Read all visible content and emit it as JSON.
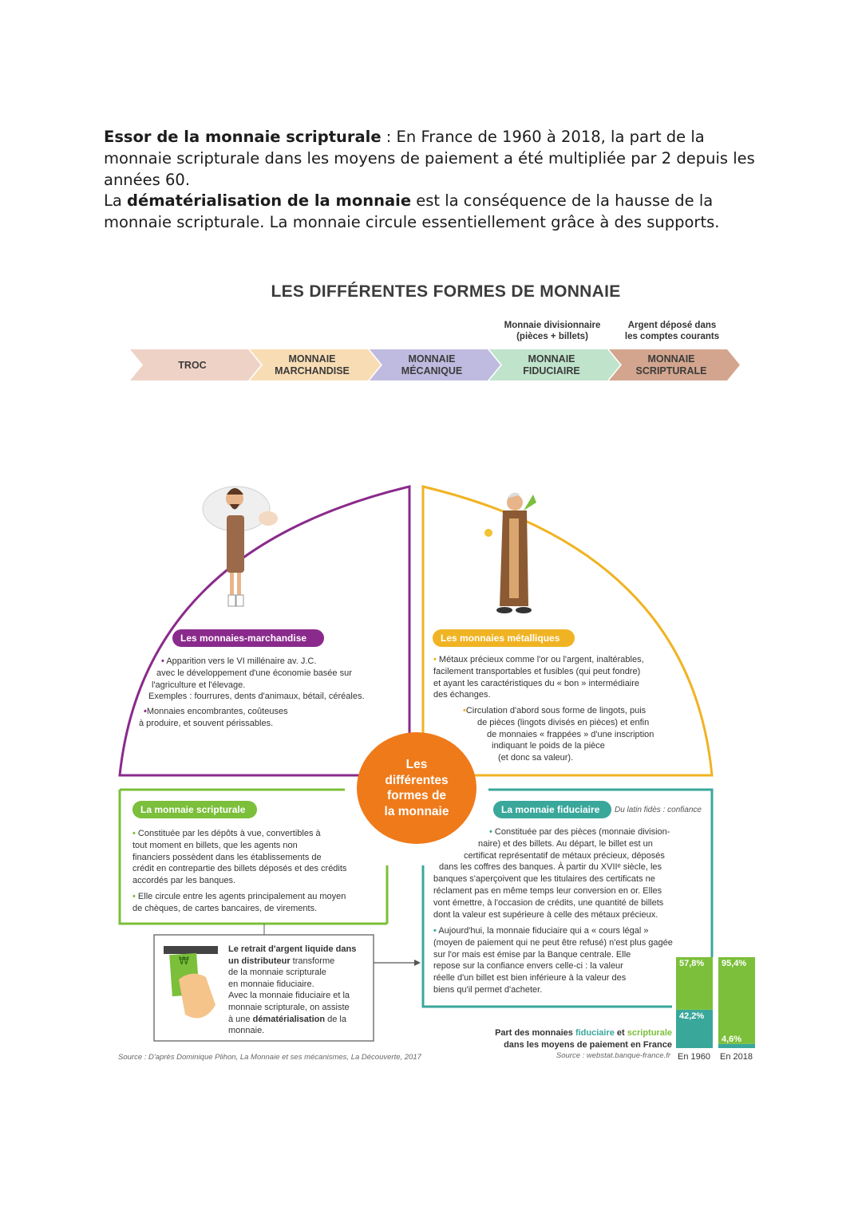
{
  "intro": {
    "p1_bold": "Essor de la monnaie scripturale",
    "p1_text": " : En France de 1960 à 2018, la part de la monnaie scripturale dans les moyens de paiement a été multipliée par 2 depuis les années 60.",
    "p2_pre": "La ",
    "p2_bold": "dématérialisation de la monnaie",
    "p2_text": " est la conséquence de la hausse de la monnaie scripturale. La monnaie circule essentiellement grâce à des supports."
  },
  "timeline": {
    "title": "LES DIFFÉRENTES FORMES DE MONNAIE",
    "above_fiduciaire": [
      "Monnaie divisionnaire",
      "(pièces + billets)"
    ],
    "above_scripturale": [
      "Argent déposé dans",
      "les comptes courants"
    ],
    "steps": [
      {
        "lines": [
          "TROC"
        ],
        "color": "#efd2c6"
      },
      {
        "lines": [
          "MONNAIE",
          "MARCHANDISE"
        ],
        "color": "#f8ddb4"
      },
      {
        "lines": [
          "MONNAIE",
          "MÉCANIQUE"
        ],
        "color": "#bfbadf"
      },
      {
        "lines": [
          "MONNAIE",
          "FIDUCIAIRE"
        ],
        "color": "#bfe3cb"
      },
      {
        "lines": [
          "MONNAIE",
          "SCRIPTURALE"
        ],
        "color": "#d3a58e"
      }
    ]
  },
  "diagram": {
    "center_label": [
      "Les",
      "différentes",
      "formes de",
      "la monnaie"
    ],
    "colors": {
      "marchandise": "#8a2a8c",
      "metal": "#f0b323",
      "scripturale": "#7bbf3a",
      "fiduciaire": "#3aa79b",
      "center": "#ef7a1a"
    },
    "marchandise": {
      "title": "Les monnaies-marchandise",
      "b1": [
        "Apparition vers le VI millénaire av. J.C.",
        "avec le développement d'une économie basée sur",
        "l'agriculture et l'élevage.",
        "Exemples : fourrures, dents d'animaux, bétail, céréales."
      ],
      "b2": [
        "Monnaies encombrantes, coûteuses",
        "à produire, et souvent périssables."
      ]
    },
    "metal": {
      "title": "Les monnaies métalliques",
      "b1": [
        "Métaux précieux comme l'or ou l'argent, inaltérables,",
        "facilement transportables et fusibles (qui peut fondre)",
        "et ayant les caractéristiques du « bon » intermédiaire",
        "des échanges."
      ],
      "b2": [
        "Circulation d'abord sous forme de lingots, puis",
        "de pièces (lingots divisés en pièces) et enfin",
        "de monnaies « frappées » d'une inscription",
        "indiquant le poids de la pièce",
        "(et donc sa valeur)."
      ]
    },
    "scripturale": {
      "title": "La monnaie scripturale",
      "b1": [
        "Constituée par les dépôts à vue, convertibles à",
        "tout moment en billets, que les agents non",
        "financiers possèdent dans les établissements de",
        "crédit en contrepartie des billets déposés et des crédits",
        "accordés par les banques."
      ],
      "b2": [
        "Elle circule entre les agents principalement au moyen",
        "de chèques, de cartes bancaires, de virements."
      ]
    },
    "fiduciaire": {
      "title": "La monnaie fiduciaire",
      "note": "Du latin fidès : confiance",
      "b1": [
        "Constituée par des pièces (monnaie division-",
        "naire) et des billets. Au départ, le billet est un",
        "certificat représentatif de métaux précieux, déposés",
        "dans les coffres des banques. À partir du XVIIᵉ siècle, les",
        "banques s'aperçoivent que les titulaires des certificats ne",
        "réclament pas en même temps leur conversion en or. Elles",
        "vont émettre, à l'occasion de crédits, une quantité de billets",
        "dont la valeur est supérieure à celle des métaux précieux."
      ],
      "b2": [
        "Aujourd'hui, la monnaie fiduciaire qui a « cours légal »",
        "(moyen de paiement qui ne peut être refusé) n'est plus gagée",
        "sur l'or mais est émise par la Banque centrale. Elle",
        "repose sur la confiance envers celle-ci : la valeur",
        "réelle d'un billet est bien inférieure à la valeur des",
        "biens qu'il permet d'acheter."
      ]
    },
    "retrait": {
      "lines_bold": [
        "Le retrait d'argent liquide dans",
        "un distributeur"
      ],
      "l2_rest": " transforme",
      "lines": [
        "de la monnaie scripturale",
        "en monnaie fiduciaire.",
        "Avec la monnaie fiduciaire et la",
        "monnaie scripturale, on assiste",
        "à une"
      ],
      "bold_word": "dématérialisation",
      "end": " de la",
      "last": "monnaie."
    },
    "source": "Source : D'après Dominique Plihon, La Monnaie et ses mécanismes, La Découverte, 2017"
  },
  "chart_data": {
    "type": "bar",
    "title": "Part des monnaies fiduciaire et scripturale dans les moyens de paiement en France",
    "title_parts": {
      "pre": "Part des monnaies ",
      "fid": "fiduciaire",
      "mid": " et ",
      "scr": "scripturale",
      "line2": "dans les moyens de paiement en France"
    },
    "source": "Source : webstat.banque-france.fr",
    "categories": [
      "En 1960",
      "En 2018"
    ],
    "stacked": true,
    "ylim": [
      0,
      100
    ],
    "series": [
      {
        "name": "fiduciaire",
        "values": [
          42.2,
          4.6
        ],
        "labels": [
          "42,2%",
          "4,6%"
        ],
        "color": "#3aa79b"
      },
      {
        "name": "scripturale",
        "values": [
          57.8,
          95.4
        ],
        "labels": [
          "57,8%",
          "95,4%"
        ],
        "color": "#7bbf3a"
      }
    ]
  }
}
